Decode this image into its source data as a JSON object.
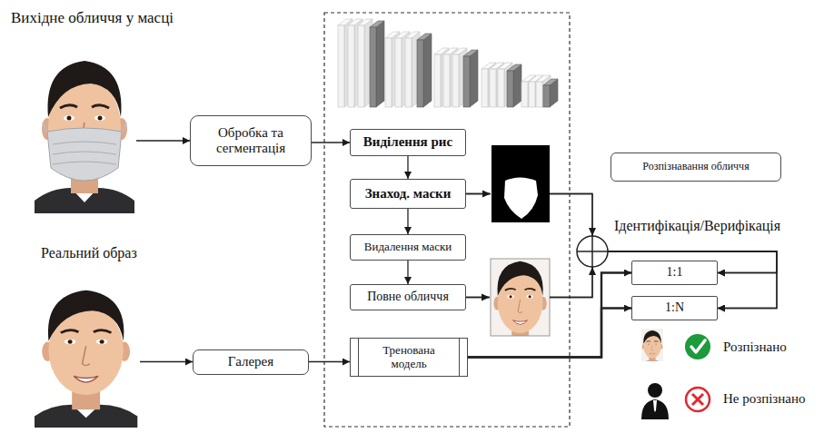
{
  "diagram": {
    "nodes": [
      {
        "text": [
          "Обробка та сегментація"
        ]
      },
      {
        "text": [
          "Виділення рис"
        ]
      },
      {
        "text": [
          "Знаход. маски"
        ]
      },
      {
        "text": [
          "Видалення маски"
        ]
      },
      {
        "text": [
          "Повне обличчя"
        ]
      },
      {
        "text": [
          "Розпізнавання обличчя"
        ]
      },
      {
        "text": [
          "1:1"
        ]
      },
      {
        "text": [
          "1:N"
        ]
      },
      {
        "text": [
          "Галерея"
        ]
      },
      {
        "text": [
          "Тренована модель"
        ]
      }
    ],
    "edges": [
      {
        "from": 0,
        "to": 1,
        "arrow": "to"
      },
      {
        "from": 1,
        "to": 2,
        "arrow": "to"
      },
      {
        "from": 2,
        "to": 3,
        "arrow": "to"
      },
      {
        "from": 3,
        "to": 4,
        "arrow": "to"
      },
      {
        "from": 2,
        "to": 6,
        "arrow": "to"
      },
      {
        "from": 2,
        "to": 7,
        "arrow": "to"
      },
      {
        "from": 4,
        "to": 6,
        "arrow": "to"
      },
      {
        "from": 4,
        "to": 7,
        "arrow": "to"
      },
      {
        "from": 8,
        "to": 9,
        "arrow": "to"
      },
      {
        "from": 9,
        "to": 6,
        "arrow": "to"
      },
      {
        "from": 9,
        "to": 7,
        "arrow": "to"
      }
    ],
    "labels": [
      "Вихідне обличчя у масці",
      "Ідентифікація/Верифікація",
      "Реальний образ",
      "Розпізнано",
      "Не розпізнано"
    ]
  }
}
